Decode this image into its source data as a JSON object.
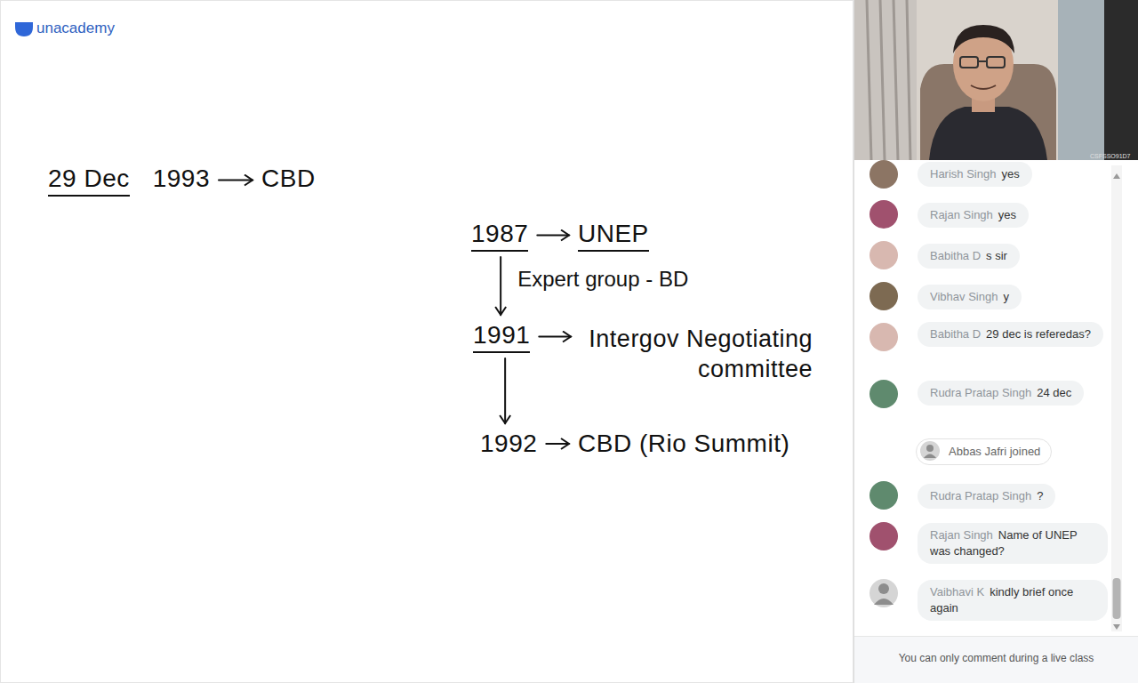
{
  "diagram": {
    "nodes": [
      {
        "text": [
          "29 Dec",
          "1993"
        ]
      },
      {
        "text": [
          "CBD"
        ]
      },
      {
        "text": [
          "1987"
        ]
      },
      {
        "text": [
          "UNEP"
        ]
      },
      {
        "text": [
          "1991"
        ]
      },
      {
        "text": [
          "Intergov Negotiating committee"
        ]
      },
      {
        "text": [
          "1992"
        ]
      },
      {
        "text": [
          "CBD (Rio Summit)"
        ]
      }
    ],
    "edges": [
      {
        "from": 0,
        "to": 1,
        "arrow": "to"
      },
      {
        "from": 2,
        "to": 3,
        "arrow": "to"
      },
      {
        "from": 2,
        "to": 4,
        "arrow": "to",
        "label": "Expert group - BD"
      },
      {
        "from": 4,
        "to": 5,
        "arrow": "to"
      },
      {
        "from": 4,
        "to": 6,
        "arrow": "to"
      },
      {
        "from": 6,
        "to": 7,
        "arrow": "to"
      }
    ],
    "labels": [
      "unacademy",
      "CSFSSO91D7",
      "Harish Singh",
      "yes",
      "Rajan Singh",
      "yes",
      "Babitha D",
      "s sir",
      "Vibhav Singh",
      "y",
      "Babitha D",
      "29 dec is referedas?",
      "Rudra Pratap Singh",
      "24 dec",
      "Abbas Jafri joined",
      "Rudra Pratap Singh",
      "?",
      "Rajan Singh",
      "Name of UNEP was changed?",
      "Vaibhavi K",
      "kindly brief once again",
      "You can only comment during a live class"
    ]
  }
}
